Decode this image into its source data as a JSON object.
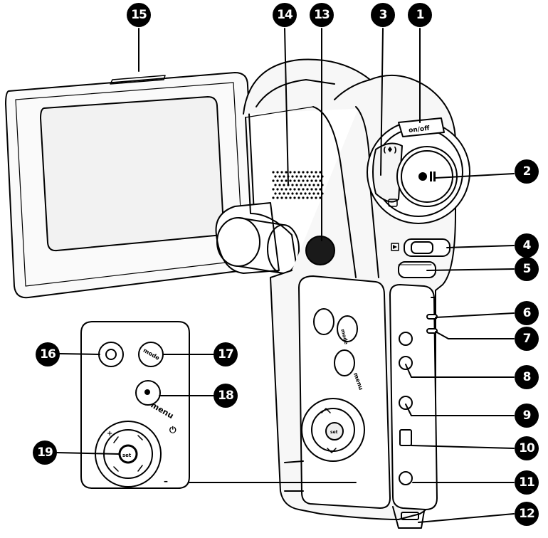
{
  "callouts": {
    "c1": "1",
    "c2": "2",
    "c3": "3",
    "c4": "4",
    "c5": "5",
    "c6": "6",
    "c7": "7",
    "c8": "8",
    "c9": "9",
    "c10": "10",
    "c11": "11",
    "c12": "12",
    "c13": "13",
    "c14": "14",
    "c15": "15",
    "c16": "16",
    "c17": "17",
    "c18": "18",
    "c19": "19"
  },
  "camera_labels": {
    "on_off": "on/off",
    "mode": "mode",
    "menu": "menu",
    "set": "set"
  },
  "remote_labels": {
    "mode": "mode",
    "menu": "menu",
    "set": "set"
  },
  "colors": {
    "ink": "#000000",
    "body_fill": "#f7f7f7",
    "screen_fill": "#f2f2f2",
    "mic_fill": "#1a1a1a"
  }
}
